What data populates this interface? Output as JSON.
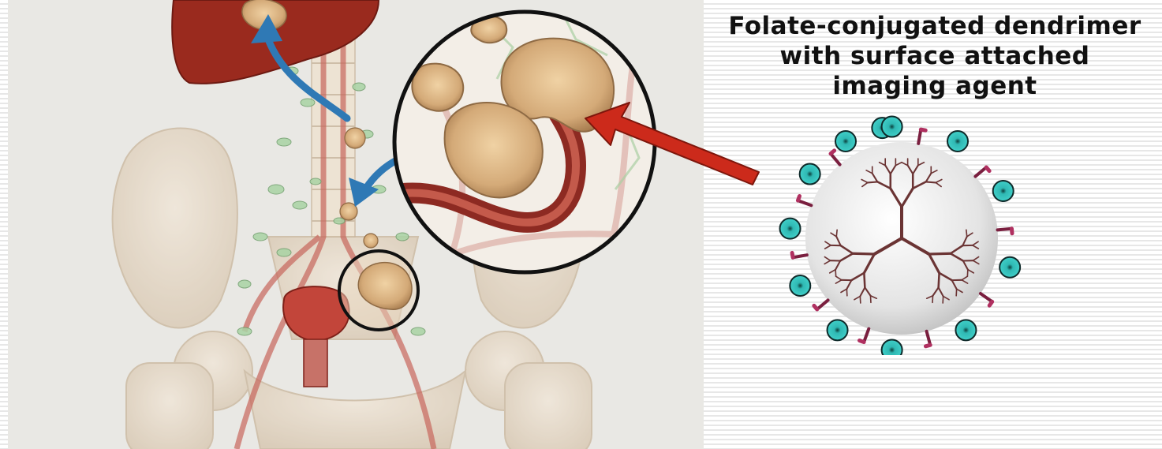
{
  "title": {
    "line1": "Folate-conjugated dendrimer",
    "line2": "with surface attached",
    "line3": "imaging agent"
  },
  "colors": {
    "liver": "#9a2a1e",
    "tumor": "#d8b27f",
    "bone": "#e6d8c6",
    "vessel": "#b84a3f",
    "lymph": "#9fcc9f",
    "metastasis_arrow": "#2f79b5",
    "pointer_arrow": "#cc2a1b",
    "dendrimer_sphere": "#e6e6e6",
    "dendrimer_branches": "#6b3434",
    "imaging_agent": "#2fb8b3",
    "folate_ligand": "#b03060"
  },
  "icons": {
    "metastasis_arrows": "curved-blue-arrow",
    "pointer": "red-arrow",
    "imaging_agent": "teal-disc",
    "folate": "ligand-stub"
  }
}
